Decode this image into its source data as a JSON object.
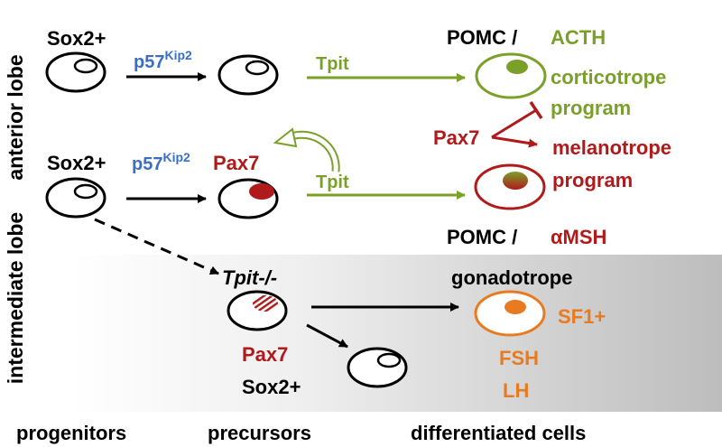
{
  "side_labels": {
    "anterior": "anterior lobe",
    "intermediate": "intermediate lobe"
  },
  "bottom_labels": {
    "progenitors": "progenitors",
    "precursors": "precursors",
    "differentiated": "differentiated cells"
  },
  "markers": {
    "sox2_top": "Sox2+",
    "p57_top": "p57",
    "p57_top_sup": "Kip2",
    "tpit_top": "Tpit",
    "pomc_top": "POMC /",
    "acth": "ACTH",
    "sox2_mid": "Sox2+",
    "p57_mid": "p57",
    "p57_mid_sup": "Kip2",
    "pax7_mid": "Pax7",
    "tpit_mid": "Tpit",
    "pax7_branch": "Pax7",
    "corticotrope_1": "corticotrope",
    "corticotrope_2": "program",
    "melanotrope_1": "melanotrope",
    "melanotrope_2": "program",
    "pomc_bottom": "POMC /",
    "alpha": "α",
    "msh": "MSH",
    "tpit_ko": "Tpit-/-",
    "gonadotrope": "gonadotrope",
    "sf1": "SF1+",
    "fsh": "FSH",
    "lh": "LH",
    "pax7_low": "Pax7",
    "sox2_low": "Sox2+"
  },
  "colors": {
    "green": "#7aa02a",
    "red": "#b01a1a",
    "blue": "#3a6fc4",
    "orange": "#e87a20",
    "black": "#000000"
  }
}
